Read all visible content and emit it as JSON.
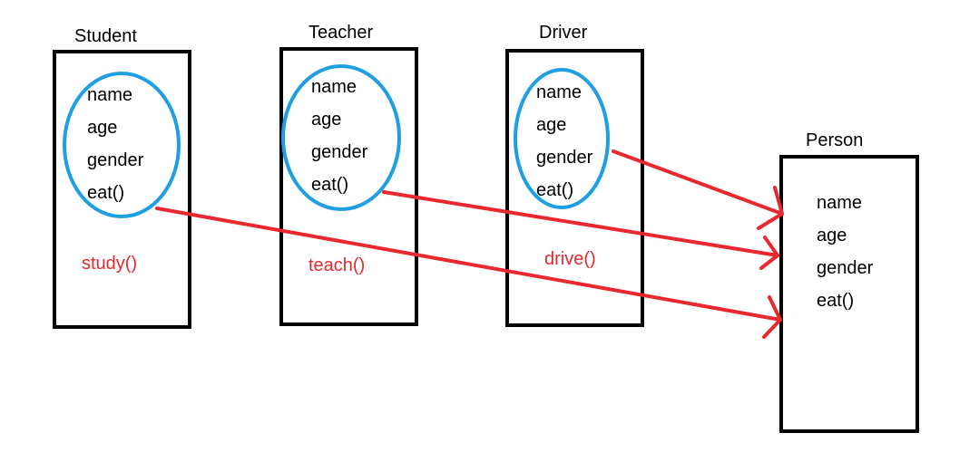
{
  "colors": {
    "box_stroke": "#000000",
    "oval_stroke": "#1e9fe3",
    "arrow": "#e8282e",
    "method_text": "#e8282e"
  },
  "classes": [
    {
      "title": "Student",
      "members": [
        "name",
        "age",
        "gender",
        "eat()"
      ],
      "method": "study()"
    },
    {
      "title": "Teacher",
      "members": [
        "name",
        "age",
        "gender",
        "eat()"
      ],
      "method": "teach()"
    },
    {
      "title": "Driver",
      "members": [
        "name",
        "age",
        "gender",
        "eat()"
      ],
      "method": "drive()"
    }
  ],
  "parent": {
    "title": "Person",
    "members": [
      "name",
      "age",
      "gender",
      "eat()"
    ]
  }
}
